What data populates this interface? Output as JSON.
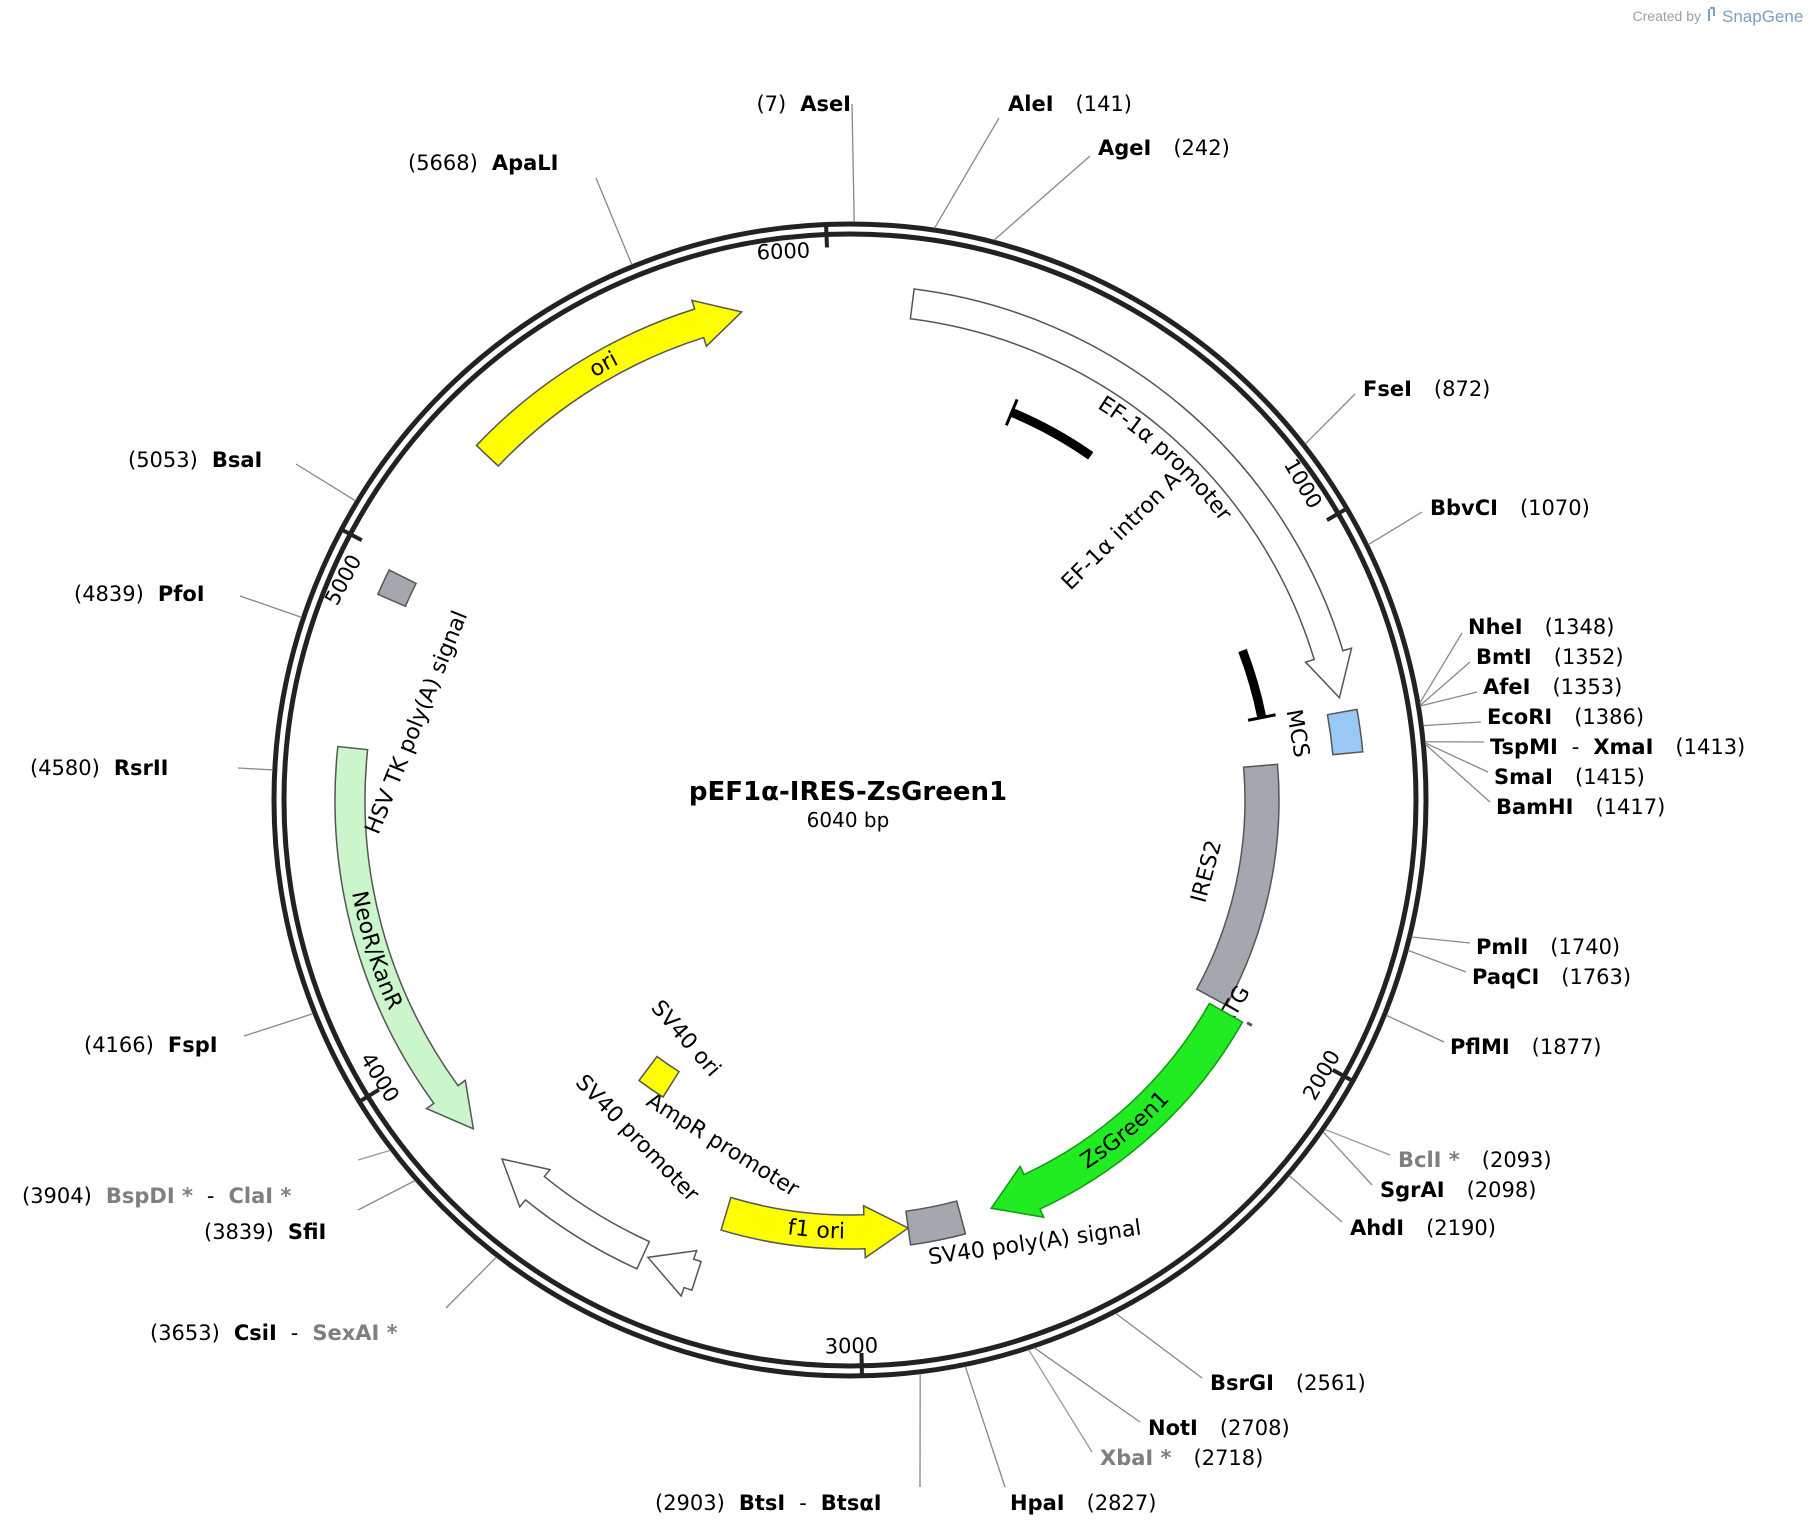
{
  "credit": {
    "created_by": "Created by",
    "brand": "SnapGene"
  },
  "plasmid": {
    "name": "pEF1α-IRES-ZsGreen1",
    "size_label": "6040 bp",
    "length": 6040
  },
  "ticks": [
    {
      "pos": 1000,
      "label": "1000"
    },
    {
      "pos": 2000,
      "label": "2000"
    },
    {
      "pos": 3000,
      "label": "3000"
    },
    {
      "pos": 4000,
      "label": "4000"
    },
    {
      "pos": 5000,
      "label": "5000"
    },
    {
      "pos": 6000,
      "label": "6000"
    }
  ],
  "features": [
    {
      "id": "ef1a-promoter",
      "label": "EF-1α promoter",
      "start": 120,
      "end": 1312,
      "color": "#ffffff",
      "strand": 1
    },
    {
      "id": "mcs",
      "label": "MCS",
      "start": 1340,
      "end": 1420,
      "color": "#99c8f5",
      "strand": 0
    },
    {
      "id": "ef1a-intron-a",
      "label": "EF-1α intron A",
      "start": 380,
      "end": 1320,
      "color": "#000000",
      "strand": 0
    },
    {
      "id": "ires2",
      "label": "IRES2",
      "start": 1430,
      "end": 1990,
      "color": "#a4a8ae",
      "strand": 0
    },
    {
      "id": "atg",
      "label": "ATG",
      "start": 2000,
      "end": 2003,
      "color": "#c0306a",
      "strand": 0
    },
    {
      "id": "zsgreen1",
      "label": "ZsGreen1",
      "start": 2005,
      "end": 2700,
      "color": "#21eb21",
      "strand": 1
    },
    {
      "id": "sv40-polya",
      "label": "SV40 poly(A) signal",
      "start": 2770,
      "end": 2890,
      "color": "#a4a8ae",
      "strand": 0
    },
    {
      "id": "f1-ori",
      "label": "f1 ori",
      "start": 2890,
      "end": 3300,
      "color": "#ffff00",
      "strand": -1
    },
    {
      "id": "ampr-promoter",
      "label": "AmpR promoter",
      "start": 3320,
      "end": 3420,
      "color": "#ffffff",
      "strand": 1
    },
    {
      "id": "sv40-promoter",
      "label": "SV40 promoter",
      "start": 3430,
      "end": 3760,
      "color": "#ffffff",
      "strand": 1
    },
    {
      "id": "sv40-ori",
      "label": "SV40 ori",
      "start": 3560,
      "end": 3640,
      "color": "#ffff00",
      "strand": 0
    },
    {
      "id": "neor-kanr",
      "label": "NeoR/KanR",
      "start": 3840,
      "end": 4630,
      "color": "#cbf5cb",
      "strand": -1
    },
    {
      "id": "hsv-tk-polya",
      "label": "HSV TK poly(A) signal",
      "start": 4925,
      "end": 4975,
      "color": "#a4a8ae",
      "strand": 0
    },
    {
      "id": "ori",
      "label": "ori",
      "start": 5260,
      "end": 5830,
      "color": "#ffff00",
      "strand": 1
    }
  ],
  "sites": [
    {
      "pos": 7,
      "parts": [
        {
          "t": "(7)",
          "k": "num"
        },
        {
          "t": "AseI",
          "k": "nm"
        }
      ]
    },
    {
      "pos": 141,
      "parts": [
        {
          "t": "AleI",
          "k": "nm"
        },
        {
          "t": "(141)",
          "k": "num"
        }
      ]
    },
    {
      "pos": 242,
      "parts": [
        {
          "t": "AgeI",
          "k": "nm"
        },
        {
          "t": "(242)",
          "k": "num"
        }
      ]
    },
    {
      "pos": 872,
      "parts": [
        {
          "t": "FseI",
          "k": "nm"
        },
        {
          "t": "(872)",
          "k": "num"
        }
      ]
    },
    {
      "pos": 1070,
      "parts": [
        {
          "t": "BbvCI",
          "k": "nm"
        },
        {
          "t": "(1070)",
          "k": "num"
        }
      ]
    },
    {
      "pos": 1348,
      "parts": [
        {
          "t": "NheI",
          "k": "nm"
        },
        {
          "t": "(1348)",
          "k": "num"
        }
      ]
    },
    {
      "pos": 1352,
      "parts": [
        {
          "t": "BmtI",
          "k": "nm"
        },
        {
          "t": "(1352)",
          "k": "num"
        }
      ]
    },
    {
      "pos": 1353,
      "parts": [
        {
          "t": "AfeI",
          "k": "nm"
        },
        {
          "t": "(1353)",
          "k": "num"
        }
      ]
    },
    {
      "pos": 1386,
      "parts": [
        {
          "t": "EcoRI",
          "k": "nm"
        },
        {
          "t": "(1386)",
          "k": "num"
        }
      ]
    },
    {
      "pos": 1413,
      "parts": [
        {
          "t": "TspMI",
          "k": "nm"
        },
        {
          "t": "-",
          "k": "sep"
        },
        {
          "t": "XmaI",
          "k": "nm"
        },
        {
          "t": "(1413)",
          "k": "num"
        }
      ]
    },
    {
      "pos": 1415,
      "parts": [
        {
          "t": "SmaI",
          "k": "nm"
        },
        {
          "t": "(1415)",
          "k": "num"
        }
      ]
    },
    {
      "pos": 1417,
      "parts": [
        {
          "t": "BamHI",
          "k": "nm"
        },
        {
          "t": "(1417)",
          "k": "num"
        }
      ]
    },
    {
      "pos": 1740,
      "parts": [
        {
          "t": "PmlI",
          "k": "nm"
        },
        {
          "t": "(1740)",
          "k": "num"
        }
      ]
    },
    {
      "pos": 1763,
      "parts": [
        {
          "t": "PaqCI",
          "k": "nm"
        },
        {
          "t": "(1763)",
          "k": "num"
        }
      ]
    },
    {
      "pos": 1877,
      "parts": [
        {
          "t": "PflMI",
          "k": "nm"
        },
        {
          "t": "(1877)",
          "k": "num"
        }
      ]
    },
    {
      "pos": 2093,
      "parts": [
        {
          "t": "BclI *",
          "k": "dim"
        },
        {
          "t": "(2093)",
          "k": "num"
        }
      ]
    },
    {
      "pos": 2098,
      "parts": [
        {
          "t": "SgrAI",
          "k": "nm"
        },
        {
          "t": "(2098)",
          "k": "num"
        }
      ]
    },
    {
      "pos": 2190,
      "parts": [
        {
          "t": "AhdI",
          "k": "nm"
        },
        {
          "t": "(2190)",
          "k": "num"
        }
      ]
    },
    {
      "pos": 2561,
      "parts": [
        {
          "t": "BsrGI",
          "k": "nm"
        },
        {
          "t": "(2561)",
          "k": "num"
        }
      ]
    },
    {
      "pos": 2708,
      "parts": [
        {
          "t": "NotI",
          "k": "nm"
        },
        {
          "t": "(2708)",
          "k": "num"
        }
      ]
    },
    {
      "pos": 2718,
      "parts": [
        {
          "t": "XbaI *",
          "k": "dim"
        },
        {
          "t": "(2718)",
          "k": "num"
        }
      ]
    },
    {
      "pos": 2827,
      "parts": [
        {
          "t": "HpaI",
          "k": "nm"
        },
        {
          "t": "(2827)",
          "k": "num"
        }
      ]
    },
    {
      "pos": 2903,
      "parts": [
        {
          "t": "(2903)",
          "k": "num"
        },
        {
          "t": "BtsI",
          "k": "nm"
        },
        {
          "t": "-",
          "k": "sep"
        },
        {
          "t": "BtsαI",
          "k": "nm"
        }
      ]
    },
    {
      "pos": 3653,
      "parts": [
        {
          "t": "(3653)",
          "k": "num"
        },
        {
          "t": "CsiI",
          "k": "nm"
        },
        {
          "t": "-",
          "k": "sep"
        },
        {
          "t": "SexAI *",
          "k": "dim"
        }
      ]
    },
    {
      "pos": 3839,
      "parts": [
        {
          "t": "(3839)",
          "k": "num"
        },
        {
          "t": "SfiI",
          "k": "nm"
        }
      ]
    },
    {
      "pos": 3904,
      "parts": [
        {
          "t": "(3904)",
          "k": "num"
        },
        {
          "t": "BspDI *",
          "k": "dim"
        },
        {
          "t": "-",
          "k": "sep"
        },
        {
          "t": "ClaI *",
          "k": "dim"
        }
      ]
    },
    {
      "pos": 4166,
      "parts": [
        {
          "t": "(4166)",
          "k": "num"
        },
        {
          "t": "FspI",
          "k": "nm"
        }
      ]
    },
    {
      "pos": 4580,
      "parts": [
        {
          "t": "(4580)",
          "k": "num"
        },
        {
          "t": "RsrII",
          "k": "nm"
        }
      ]
    },
    {
      "pos": 4839,
      "parts": [
        {
          "t": "(4839)",
          "k": "num"
        },
        {
          "t": "PfoI",
          "k": "nm"
        }
      ]
    },
    {
      "pos": 5053,
      "parts": [
        {
          "t": "(5053)",
          "k": "num"
        },
        {
          "t": "BsaI",
          "k": "nm"
        }
      ]
    },
    {
      "pos": 5668,
      "parts": [
        {
          "t": "(5668)",
          "k": "num"
        },
        {
          "t": "ApaLI",
          "k": "nm"
        }
      ]
    }
  ]
}
